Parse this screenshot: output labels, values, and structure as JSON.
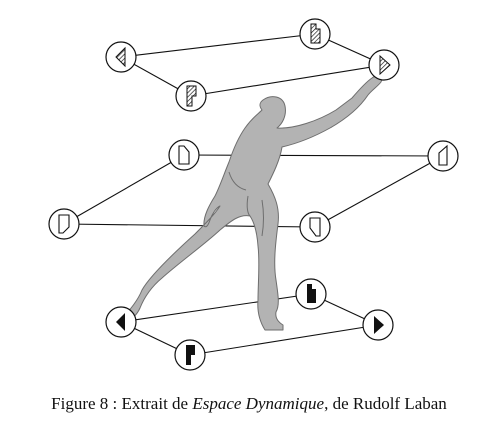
{
  "figure": {
    "caption_prefix": "Figure 8 : Extrait de ",
    "caption_title": "Espace Dynamique",
    "caption_suffix": ", de Rudolf Laban"
  },
  "colors": {
    "background": "#ffffff",
    "line": "#111111",
    "figure_fill": "#b3b3b3",
    "figure_stroke": "#6e6e6e",
    "symbol_fill": "#111111"
  },
  "planes": [
    {
      "name": "high-plane",
      "symbols": [
        {
          "name": "high-left",
          "style": "hatched",
          "icon": "direction-sign-left-icon"
        },
        {
          "name": "high-back",
          "style": "hatched",
          "icon": "direction-sign-back-icon"
        },
        {
          "name": "high-right",
          "style": "hatched",
          "icon": "direction-sign-right-icon"
        },
        {
          "name": "high-forward",
          "style": "hatched",
          "icon": "direction-sign-forward-icon"
        }
      ]
    },
    {
      "name": "middle-plane",
      "symbols": [
        {
          "name": "middle-back",
          "style": "plain",
          "icon": "direction-sign-back-icon"
        },
        {
          "name": "middle-right",
          "style": "plain",
          "icon": "direction-sign-right-icon"
        },
        {
          "name": "middle-forward",
          "style": "plain",
          "icon": "direction-sign-forward-icon"
        },
        {
          "name": "middle-left",
          "style": "plain",
          "icon": "direction-sign-left-icon"
        }
      ]
    },
    {
      "name": "low-plane",
      "symbols": [
        {
          "name": "low-left",
          "style": "solid",
          "icon": "direction-sign-left-icon"
        },
        {
          "name": "low-back",
          "style": "solid",
          "icon": "direction-sign-back-icon"
        },
        {
          "name": "low-right",
          "style": "solid",
          "icon": "direction-sign-right-icon"
        },
        {
          "name": "low-forward",
          "style": "solid",
          "icon": "direction-sign-forward-icon"
        }
      ]
    }
  ]
}
